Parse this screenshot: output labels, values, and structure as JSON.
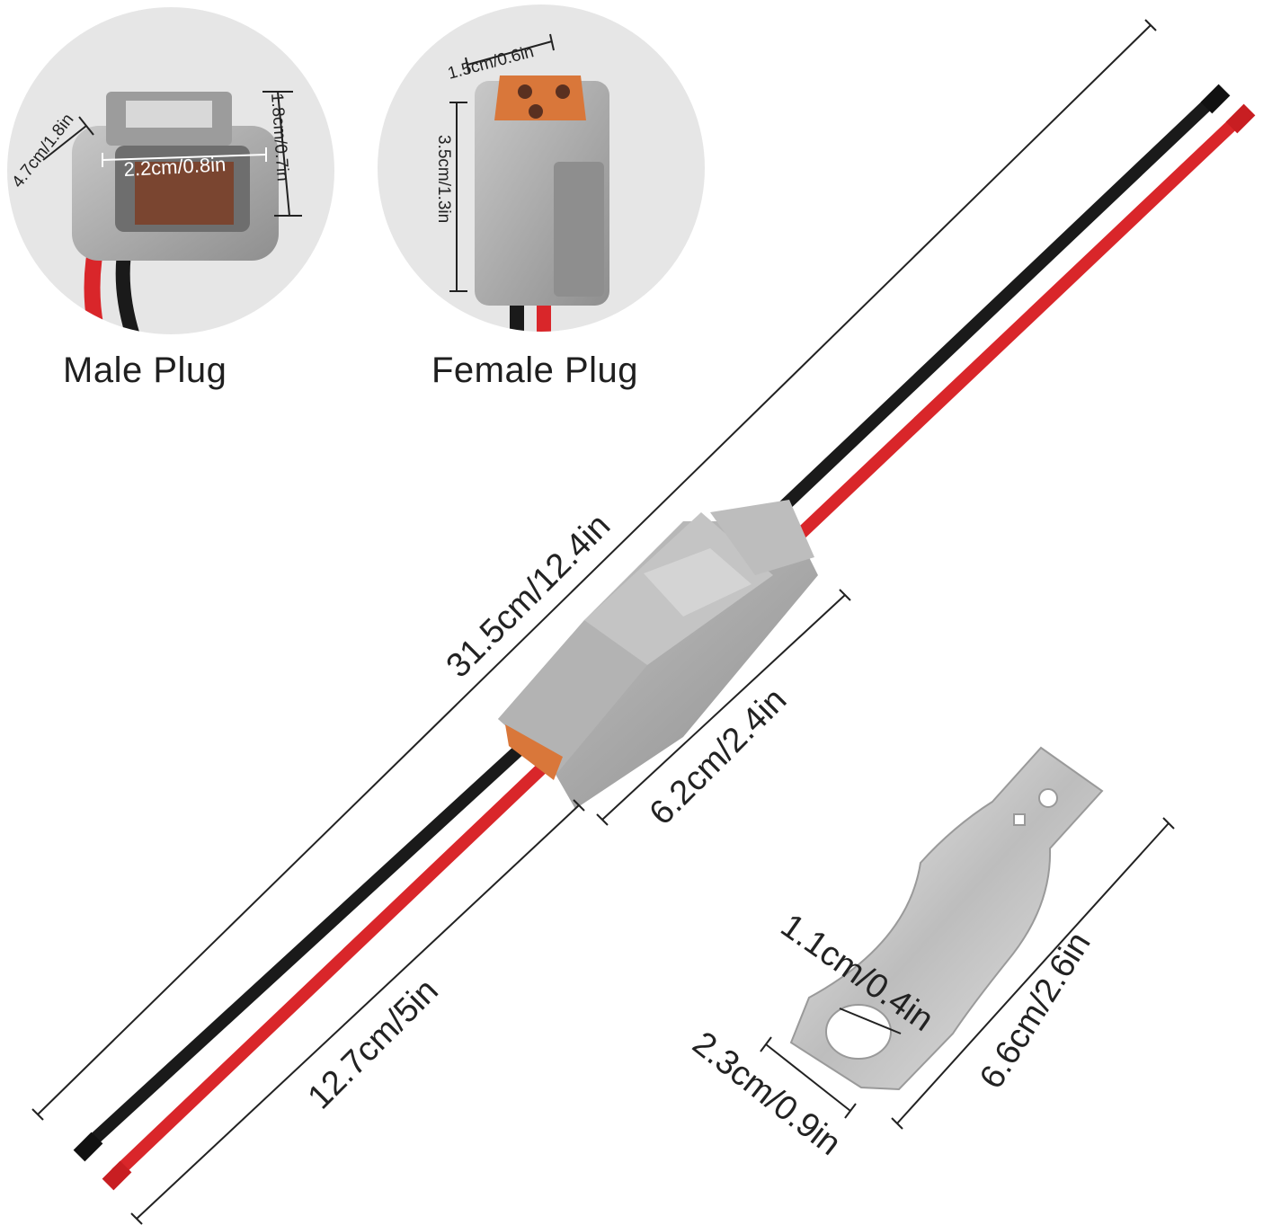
{
  "product": {
    "captions": {
      "male_plug": "Male Plug",
      "female_plug": "Female Plug"
    },
    "dimensions": {
      "male_depth": "4.7cm/1.8in",
      "male_width": "2.2cm/0.8in",
      "male_height": "1.8cm/0.7in",
      "female_width": "1.5cm/0.6in",
      "female_length": "3.5cm/1.3in",
      "total_length": "31.5cm/12.4in",
      "connector_length": "6.2cm/2.4in",
      "wire_length": "12.7cm/5in",
      "bracket_hole": "1.1cm/0.4in",
      "bracket_width": "2.3cm/0.9in",
      "bracket_length": "6.6cm/2.6in"
    },
    "colors": {
      "wire_black": "#1a1a1a",
      "wire_red": "#d9262a",
      "housing_gray": "#a9a9a9",
      "insert_orange": "#d9773a",
      "bracket_silver": "#c8c8c8"
    }
  }
}
